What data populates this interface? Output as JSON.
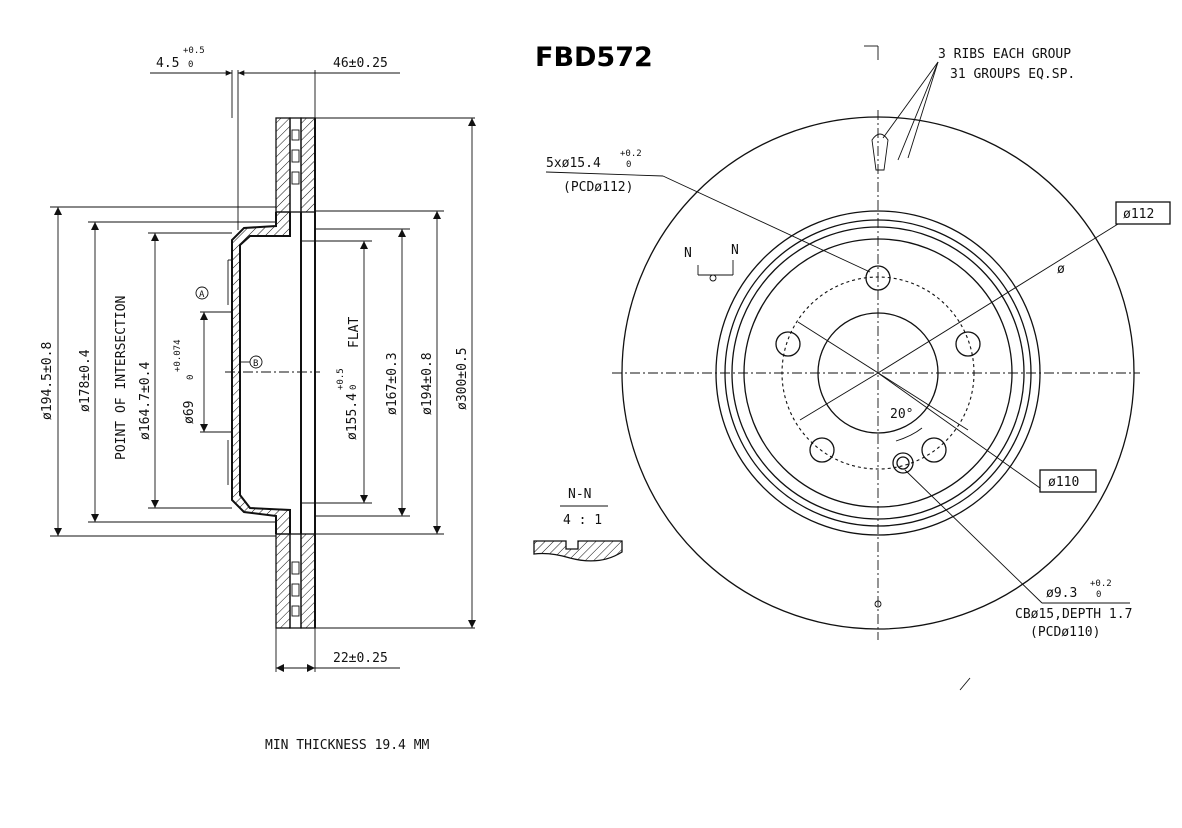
{
  "title": "FBD572",
  "side_view": {
    "dim_hat_offset": "4.5",
    "dim_hat_offset_tol_upper": "+0.5",
    "dim_hat_offset_tol_lower": "0",
    "dim_overall_height": "46±0.25",
    "dim_disc_thickness": "22±0.25",
    "dim_d194_5": "ø194.5±0.8",
    "dim_d178": "ø178±0.4",
    "dim_d164_7": "ø164.7±0.4",
    "point_of_intersection": "POINT OF INTERSECTION",
    "dim_d69": "ø69",
    "dim_d69_tol_upper": "+0.074",
    "dim_d69_tol_lower": "0",
    "dim_d155_4": "ø155.4",
    "dim_d155_4_tol_upper": "+0.5",
    "dim_d155_4_tol_lower": "0",
    "flat_label": "FLAT",
    "dim_d167": "ø167±0.3",
    "dim_d194": "ø194±0.8",
    "dim_d300": "ø300±0.5",
    "datum_a": "A",
    "datum_b": "B",
    "min_thickness": "MIN THICKNESS 19.4 MM"
  },
  "section_detail": {
    "label": "N-N",
    "scale": "4 : 1"
  },
  "front_view": {
    "ribs_line1": "3 RIBS EACH GROUP",
    "ribs_line2": "31 GROUPS EQ.SP.",
    "bolt_holes": "5xø15.4",
    "bolt_holes_tol_upper": "+0.2",
    "bolt_holes_tol_lower": "0",
    "bolt_holes_pcd": "(PCDø112)",
    "pcd112_box": "ø112",
    "pcd110_box": "ø110",
    "angle_label": "20°",
    "section_mark_left": "N",
    "section_mark_right": "N",
    "small_hole": "ø9.3",
    "small_hole_tol_upper": "+0.2",
    "small_hole_tol_lower": "0",
    "counterbore": "CBø15,DEPTH 1.7",
    "counterbore_pcd": "(PCDø110)",
    "small_symbol": "ø"
  }
}
